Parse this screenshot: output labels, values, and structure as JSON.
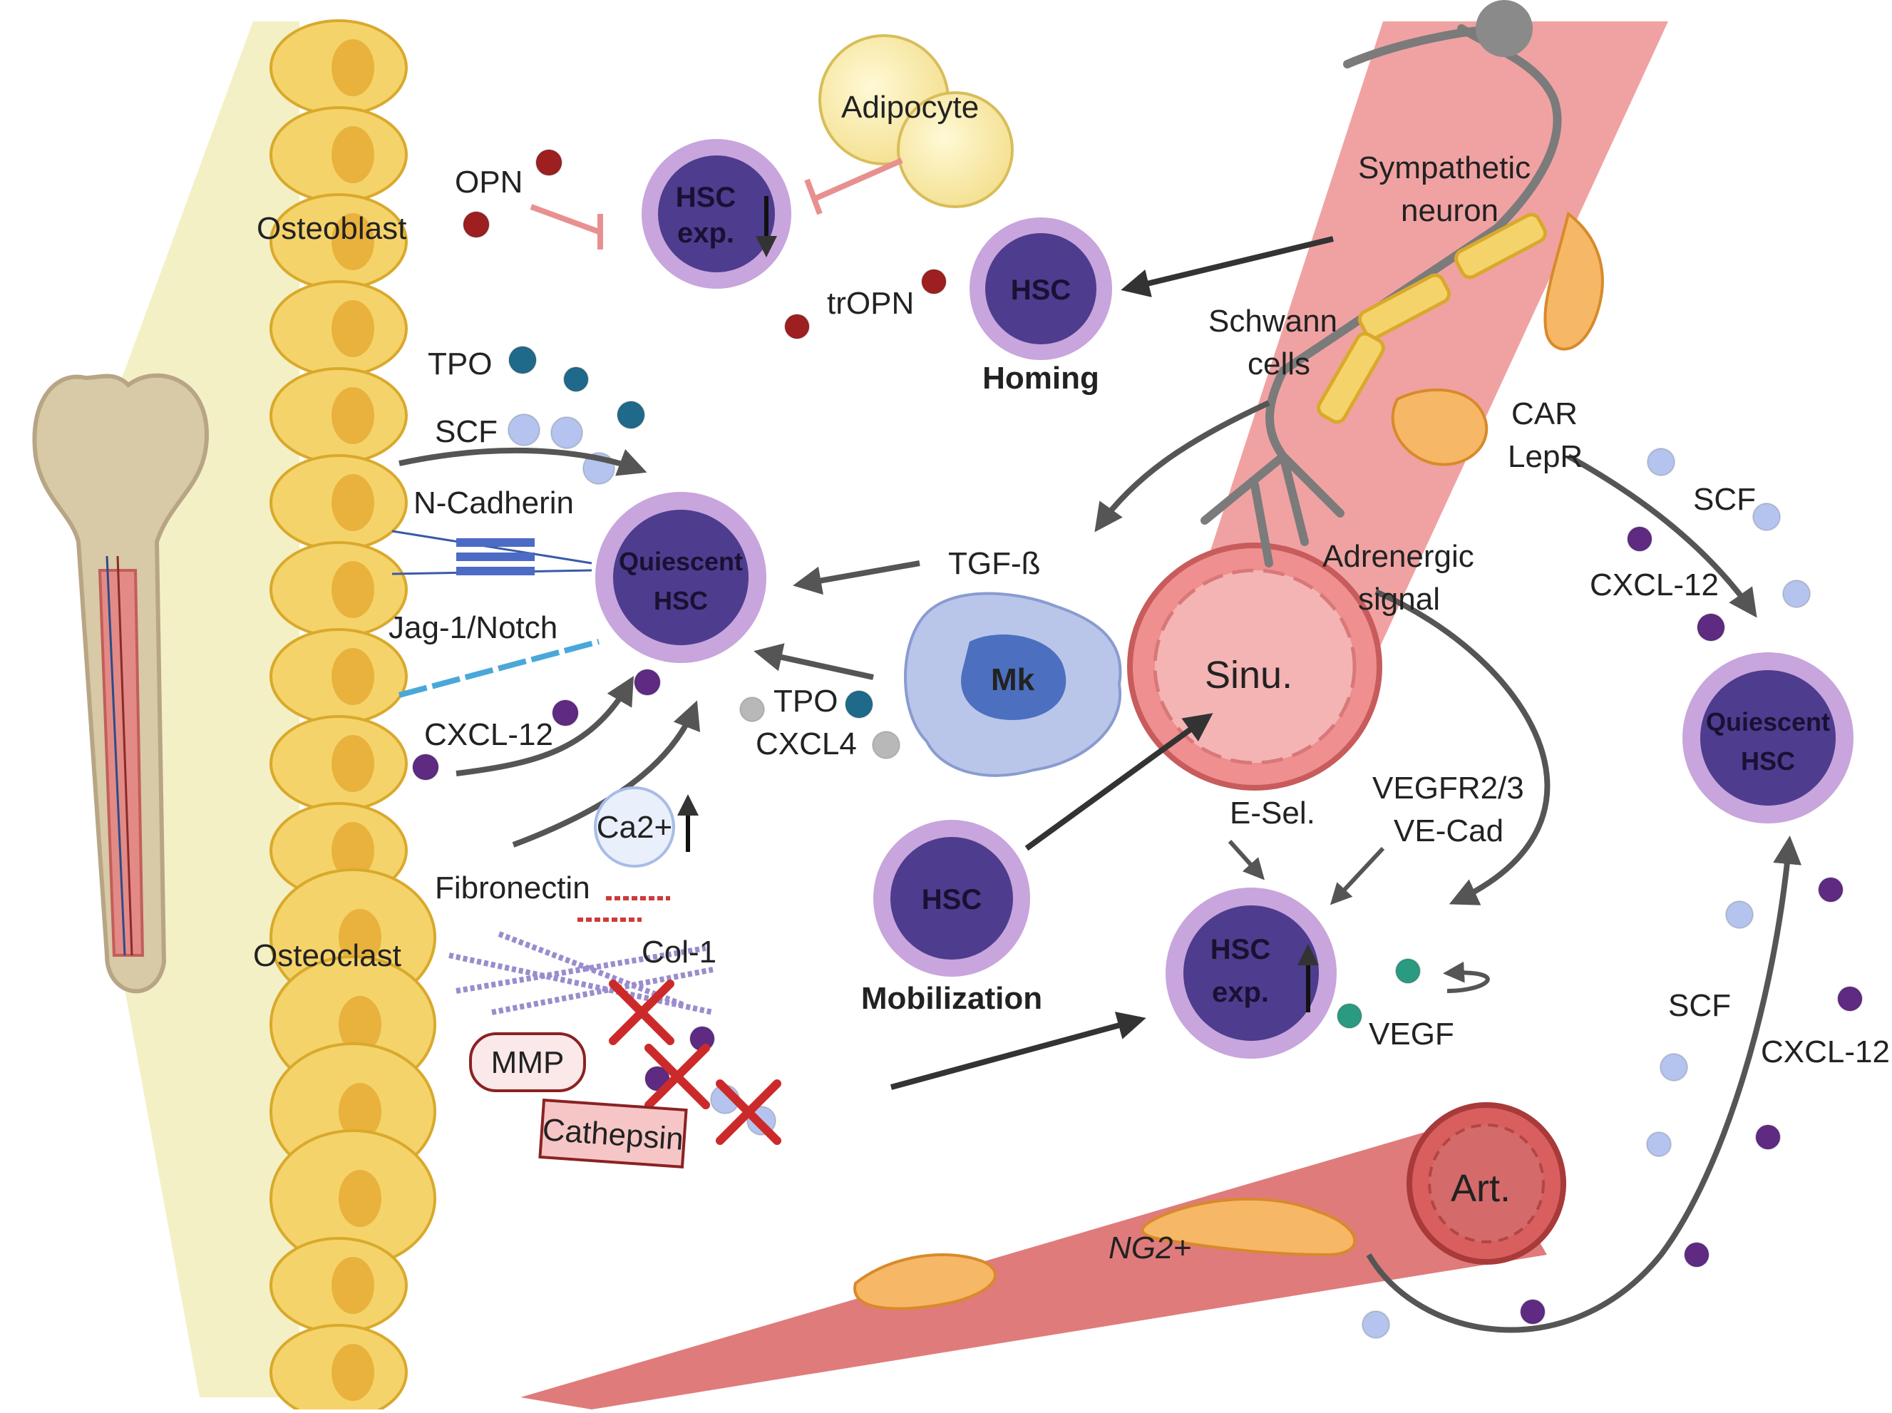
{
  "colors": {
    "osteoblast_fill": "#f5d36b",
    "osteoblast_edge": "#d9a92b",
    "niche_bg": "#f4f0c6",
    "vessel_fill": "#e88a8a",
    "vessel_edge": "#c85b5b",
    "hsc_outer": "#c8a5dc",
    "hsc_inner": "#4e3c8e",
    "tpo": "#1f6a8a",
    "scf": "#b4c4ee",
    "cxcl12": "#5e2a82",
    "opn": "#9e1f1f",
    "gray_factor": "#b8b8b8",
    "arrow": "#555555",
    "inhibit": "#e89090",
    "cross": "#cc2a2a"
  },
  "labels": {
    "osteoblast": "Osteoblast",
    "osteoclast": "Osteoclast",
    "opn": "OPN",
    "tropn": "trOPN",
    "adipocyte": "Adipocyte",
    "sympathetic_neuron_1": "Sympathetic",
    "sympathetic_neuron_2": "neuron",
    "schwann_1": "Schwann",
    "schwann_2": "cells",
    "car": "CAR",
    "lepr": "LepR",
    "tpo_1": "TPO",
    "scf_1": "SCF",
    "ncadherin": "N-Cadherin",
    "jag_notch": "Jag-1/Notch",
    "cxcl12_1": "CXCL-12",
    "tgfb": "TGF-ß",
    "tpo_2": "TPO",
    "cxcl4": "CXCL4",
    "mk": "Mk",
    "adrenergic_1": "Adrenergic",
    "adrenergic_2": "signal",
    "sinu": "Sinu.",
    "esel": "E-Sel.",
    "vegfr": "VEGFR2/3",
    "vecad": "VE-Cad",
    "vegf": "VEGF",
    "ca2": "Ca2+",
    "fibronectin": "Fibronectin",
    "col1": "Col-1",
    "mmp": "MMP",
    "cathepsin": "Cathepsin",
    "homing": "Homing",
    "mobilization": "Mobilization",
    "scf_2": "SCF",
    "cxcl12_2": "CXCL-12",
    "scf_3": "SCF",
    "cxcl12_3": "CXCL-12",
    "art": "Art.",
    "ng2": "NG2+"
  },
  "cells": {
    "hsc_exp_down_1": "HSC",
    "hsc_exp_down_2": "exp.",
    "hsc_homing": "HSC",
    "quiescent_1_a": "Quiescent",
    "quiescent_1_b": "HSC",
    "hsc_mobilization": "HSC",
    "hsc_exp_up_1": "HSC",
    "hsc_exp_up_2": "exp.",
    "quiescent_2_a": "Quiescent",
    "quiescent_2_b": "HSC"
  }
}
